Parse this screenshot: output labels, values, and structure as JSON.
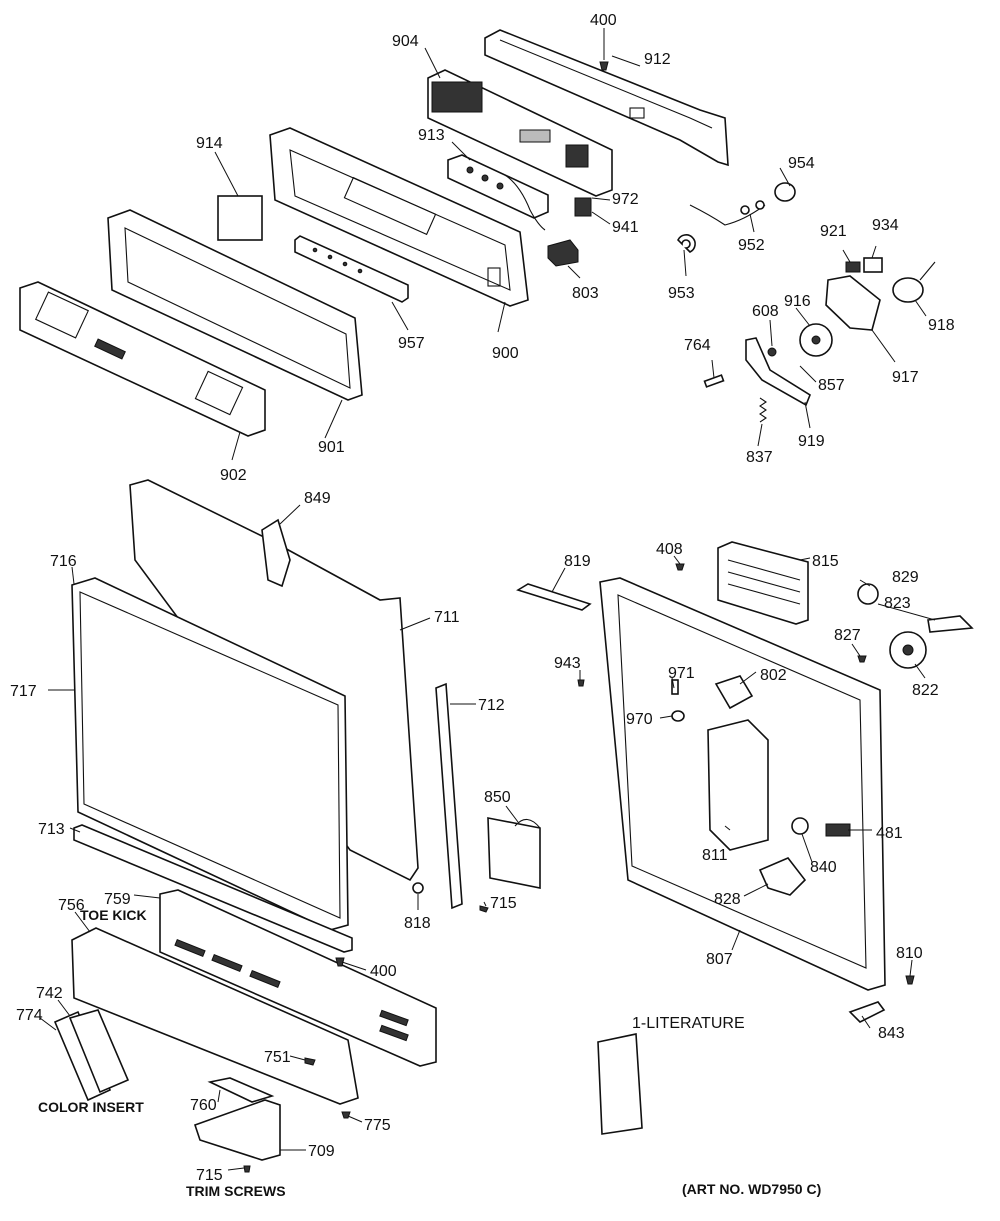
{
  "labels": {
    "p400a": "400",
    "p912": "912",
    "p904": "904",
    "p914": "914",
    "p913": "913",
    "p972": "972",
    "p941": "941",
    "p954": "954",
    "p952": "952",
    "p921": "921",
    "p934": "934",
    "p953": "953",
    "p803": "803",
    "p957": "957",
    "p900": "900",
    "p916": "916",
    "p918": "918",
    "p608": "608",
    "p764": "764",
    "p857": "857",
    "p917": "917",
    "p901": "901",
    "p902": "902",
    "p837": "837",
    "p919": "919",
    "p849": "849",
    "p716": "716",
    "p819": "819",
    "p408": "408",
    "p815": "815",
    "p829": "829",
    "p823": "823",
    "p711": "711",
    "p827": "827",
    "p943": "943",
    "p971": "971",
    "p802": "802",
    "p822": "822",
    "p717": "717",
    "p712": "712",
    "p970": "970",
    "p850": "850",
    "p713": "713",
    "p481": "481",
    "p811": "811",
    "p840": "840",
    "p759": "759",
    "p828": "828",
    "p818": "818",
    "p715a": "715",
    "p756": "756",
    "p400b": "400",
    "p807": "807",
    "p810": "810",
    "p742": "742",
    "p774": "774",
    "p751": "751",
    "p843": "843",
    "p760": "760",
    "p775": "775",
    "p709": "709",
    "p715b": "715"
  },
  "captions": {
    "toe_kick": "TOE KICK",
    "color_insert": "COLOR INSERT",
    "trim_screws": "TRIM SCREWS",
    "literature": "1-LITERATURE",
    "art_no": "(ART NO. WD7950 C)"
  }
}
